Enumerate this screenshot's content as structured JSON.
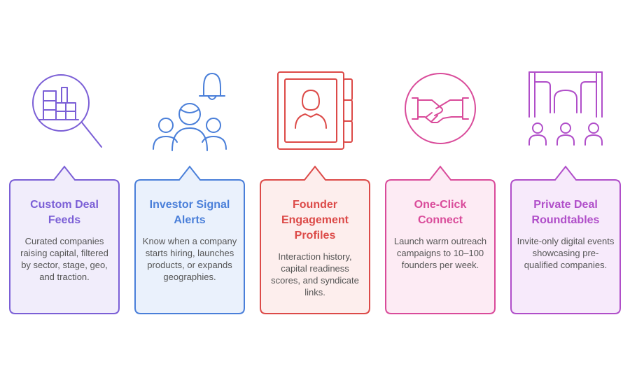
{
  "columns": [
    {
      "title": "Custom Deal Feeds",
      "description": "Curated companies raising capital, filtered by sector, stage, geo, and traction.",
      "icon": "building-magnifier-icon",
      "color": "#7b5fd6",
      "fill": "#f1edfb"
    },
    {
      "title": "Investor Signal Alerts",
      "description": "Know when a company starts hiring, launches products, or expands geographies.",
      "icon": "people-bell-icon",
      "color": "#4a7fd9",
      "fill": "#eaf1fc"
    },
    {
      "title": "Founder Engagement Profiles",
      "description": "Interaction history, capital readiness scores, and syndicate links.",
      "icon": "contact-book-icon",
      "color": "#dc4a48",
      "fill": "#fdeeed"
    },
    {
      "title": "One-Click Connect",
      "description": "Launch warm outreach campaigns to 10–100 founders per week.",
      "icon": "handshake-icon",
      "color": "#d94b9a",
      "fill": "#fdebf4"
    },
    {
      "title": "Private Deal Roundtables",
      "description": "Invite-only digital events showcasing pre-qualified companies.",
      "icon": "roundtable-people-icon",
      "color": "#b04ec9",
      "fill": "#f7eafb"
    }
  ]
}
